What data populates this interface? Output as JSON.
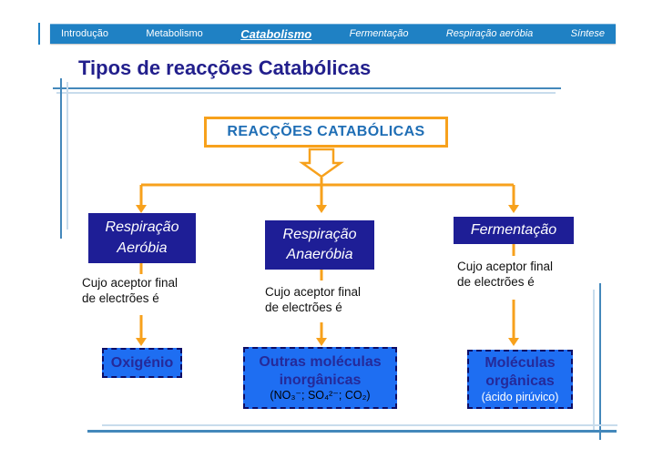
{
  "colors": {
    "nav_bar_blue": "#1f81c4",
    "orange_accent": "#f7a11c",
    "navy_box": "#1e1e96",
    "bright_blue_box": "#1e6ef2",
    "title_navy": "#221f8c",
    "root_box_text_blue": "#1f6eb5",
    "decor_line_dark": "#4488bb",
    "decor_line_light": "#c8dcec"
  },
  "nav": {
    "items": [
      {
        "label": "Introdução"
      },
      {
        "label": "Metabolismo"
      },
      {
        "label": "Catabolismo"
      },
      {
        "label": "Fermentação"
      },
      {
        "label": "Respiração aeróbia"
      },
      {
        "label": "Síntese"
      }
    ]
  },
  "title": "Tipos de reacções Catabólicas",
  "diagram": {
    "root": {
      "label": "REACÇÕES CATABÓLICAS"
    },
    "columns": [
      {
        "box_line1": "Respiração",
        "box_line2": "Aeróbia",
        "caption_line1": "Cujo aceptor final",
        "caption_line2": "de electrões é",
        "result_line1": "Oxigénio",
        "result_line2": "",
        "result_note": ""
      },
      {
        "box_line1": "Respiração",
        "box_line2": "Anaeróbia",
        "caption_line1": "Cujo aceptor final",
        "caption_line2": "de electrões é",
        "result_line1": "Outras moléculas",
        "result_line2": "inorgânicas",
        "result_note": "(NO₃⁻; SO₄²⁻; CO₂)"
      },
      {
        "box_line1": "Fermentação",
        "box_line2": "",
        "caption_line1": "Cujo aceptor final",
        "caption_line2": "de electrões é",
        "result_line1": "Moléculas",
        "result_line2": "orgânicas",
        "result_note": "(ácido pirúvico)"
      }
    ]
  }
}
